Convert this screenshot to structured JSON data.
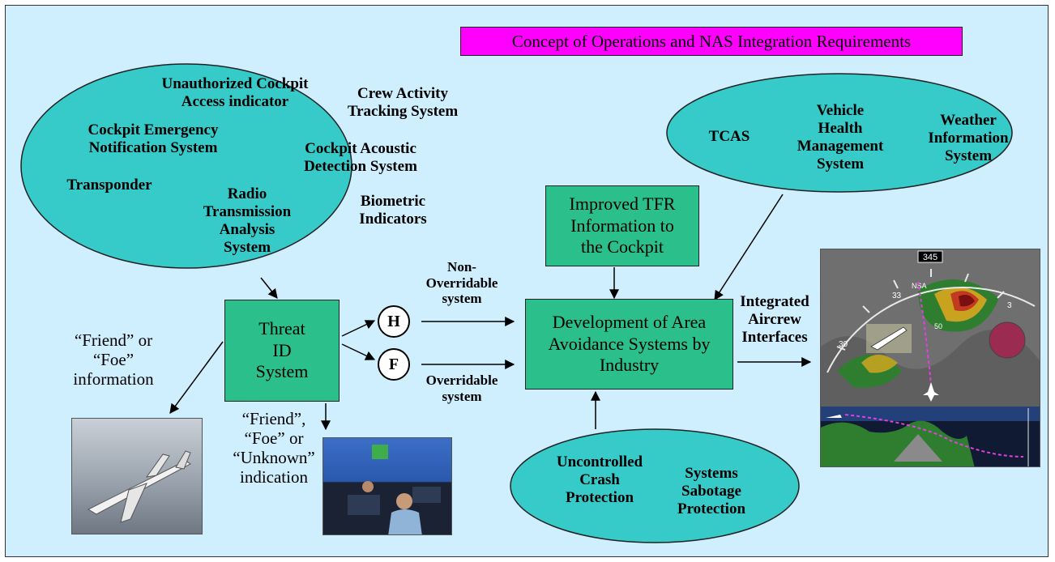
{
  "title": "Concept of Operations and NAS Integration Requirements",
  "colors": {
    "background": "#cfeefe",
    "ellipse": "#36cbc9",
    "box": "#2bbf8c",
    "title_box": "#ff00ff"
  },
  "left_ellipse": {
    "unauthorized": [
      "Unauthorized Cockpit",
      "Access indicator"
    ],
    "crew": [
      "Crew Activity",
      "Tracking System"
    ],
    "emergency": [
      "Cockpit Emergency",
      "Notification System"
    ],
    "acoustic": [
      "Cockpit Acoustic",
      "Detection System"
    ],
    "transponder": "Transponder",
    "radio": [
      "Radio",
      "Transmission",
      "Analysis",
      "System"
    ],
    "biometric": [
      "Biometric",
      "Indicators"
    ]
  },
  "right_ellipse": {
    "tcas": "TCAS",
    "vhm": [
      "Vehicle",
      "Health",
      "Management",
      "System"
    ],
    "weather": [
      "Weather",
      "Information",
      "System"
    ]
  },
  "bottom_ellipse": {
    "crash": [
      "Uncontrolled",
      "Crash",
      "Protection"
    ],
    "sabotage": [
      "Systems",
      "Sabotage",
      "Protection"
    ]
  },
  "boxes": {
    "tfr": [
      "Improved TFR",
      "Information to",
      "the Cockpit"
    ],
    "threat": [
      "Threat",
      "ID",
      "System"
    ],
    "development": [
      "Development of Area",
      "Avoidance Systems by",
      "Industry"
    ]
  },
  "labels": {
    "h": "H",
    "f": "F",
    "non_overridable": [
      "Non-",
      "Overridable",
      "system"
    ],
    "overridable": [
      "Overridable",
      "system"
    ],
    "integrated": [
      "Integrated",
      "Aircrew",
      "Interfaces"
    ],
    "friend_foe_info": [
      "“Friend” or",
      "“Foe”",
      "information"
    ],
    "friend_foe_unknown": [
      "“Friend”,",
      "“Foe” or",
      "“Unknown”",
      "indication"
    ]
  },
  "display": {
    "heading": "345",
    "nsa": "NSA",
    "tick_33": "33",
    "tick_30": "30",
    "tick_3": "3",
    "range_50": "50"
  }
}
